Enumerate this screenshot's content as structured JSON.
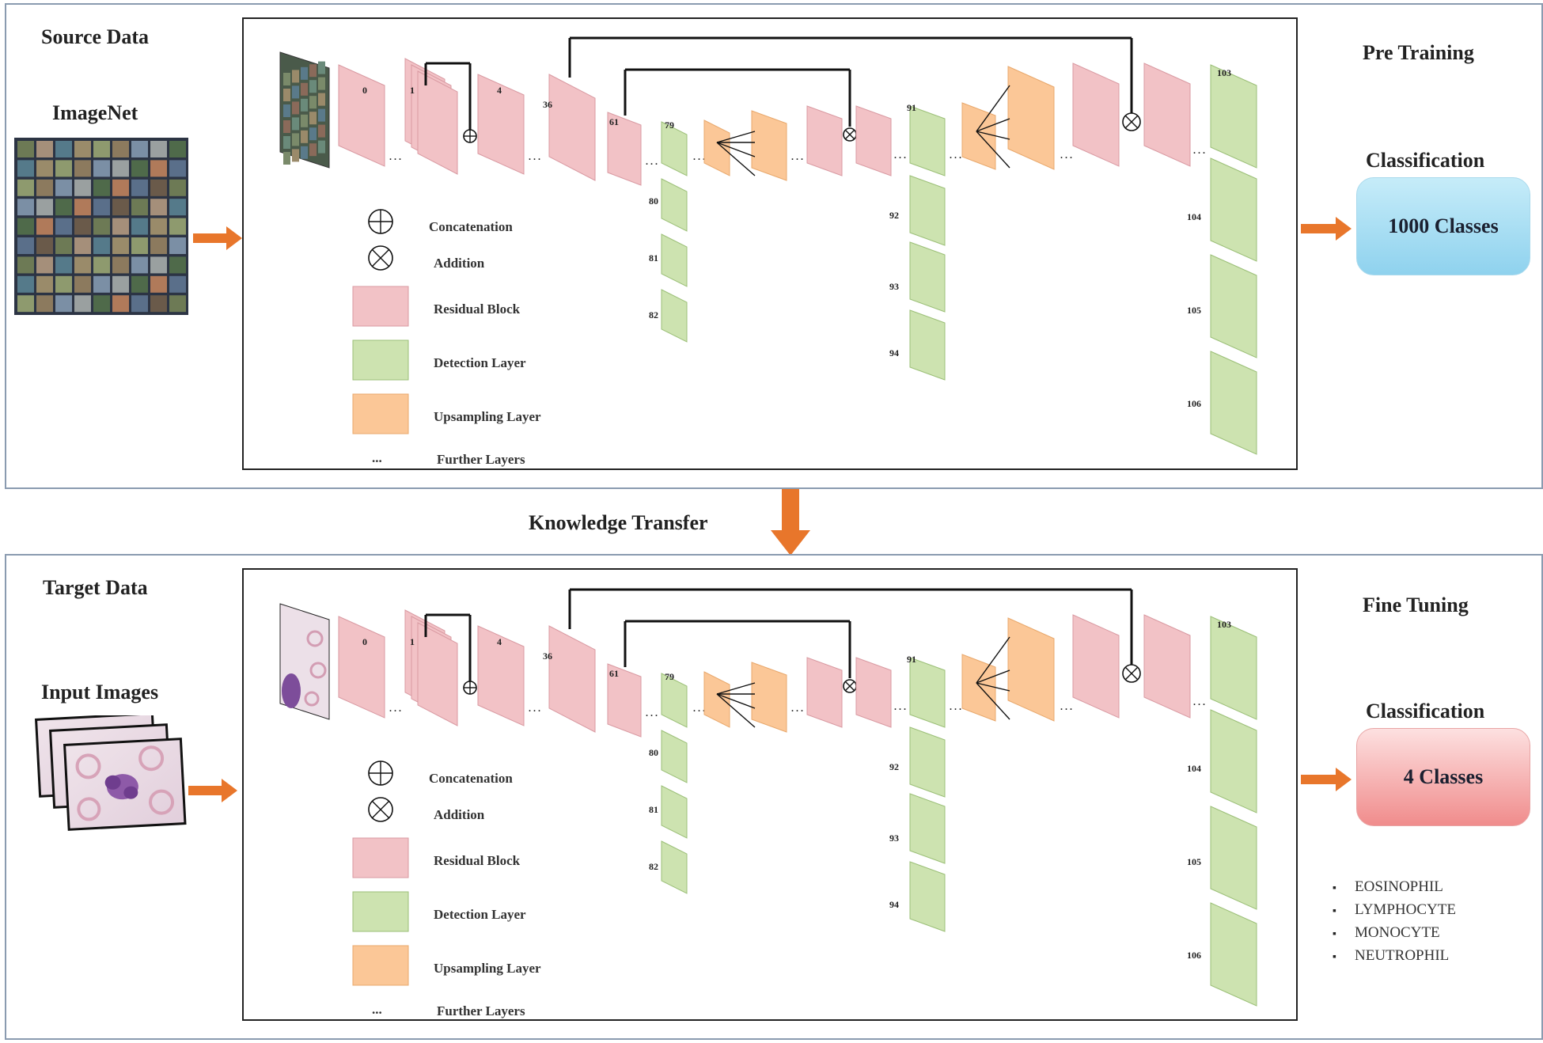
{
  "top": {
    "source_title": "Source Data",
    "dataset_label": "ImageNet",
    "stage_label": "Pre Training",
    "classification_label": "Classification",
    "classes_label": "1000 Classes"
  },
  "bottom": {
    "source_title": "Target Data",
    "dataset_label": "Input Images",
    "stage_label": "Fine Tuning",
    "classification_label": "Classification",
    "classes_label": "4 Classes",
    "class_list": [
      "EOSINOPHIL",
      "LYMPHOCYTE",
      "MONOCYTE",
      "NEUTROPHIL"
    ]
  },
  "transfer_label": "Knowledge Transfer",
  "network": {
    "layer_numbers": [
      "0",
      "1",
      "4",
      "36",
      "61",
      "79",
      "80",
      "81",
      "82",
      "91",
      "92",
      "93",
      "94",
      "103",
      "104",
      "105",
      "106"
    ],
    "legend": {
      "concatenation": "Concatenation",
      "addition": "Addition",
      "residual": "Residual Block",
      "detection": "Detection Layer",
      "upsampling": "Upsampling Layer",
      "further": "Further Layers",
      "ellipsis": "..."
    }
  },
  "colors": {
    "residual": "#f2c2c6",
    "detection": "#cde3b0",
    "upsampling": "#fbc797",
    "arrow": "#e8762b",
    "frame": "#8a9bb0",
    "blue_box": "#a8dcf2",
    "red_box": "#f3a6a6"
  }
}
